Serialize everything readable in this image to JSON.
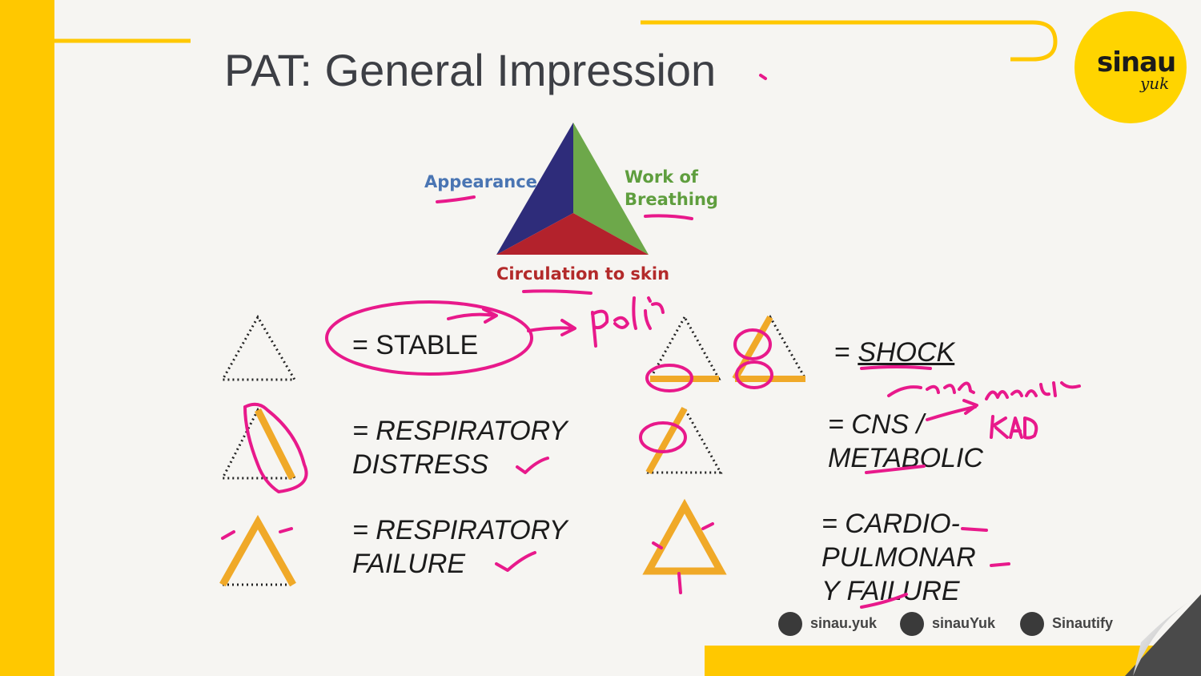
{
  "slide": {
    "title": "PAT: General Impression",
    "logo_main": "sinau",
    "logo_sub": "yuk",
    "accent_color": "#ffc800"
  },
  "triangle": {
    "appearance_label": "Appearance",
    "work_of_breathing_label": "Work of\nBreathing",
    "circulation_label": "Circulation to skin",
    "colors": {
      "appearance": "#2e2c7a",
      "work_of_breathing": "#6da84a",
      "circulation": "#b3222c"
    }
  },
  "states": [
    {
      "id": "stable",
      "label": "= STABLE"
    },
    {
      "id": "respiratory_distress",
      "label": "= RESPIRATORY\nDISTRESS"
    },
    {
      "id": "respiratory_failure",
      "label": "= RESPIRATORY\nFAILURE"
    },
    {
      "id": "shock",
      "label_prefix": "= ",
      "label": "SHOCK"
    },
    {
      "id": "cns_metabolic",
      "label": "= CNS /\nMETABOLIC"
    },
    {
      "id": "cardiopulmonary_failure",
      "label": "= CARDIO-\nPULMONAR\nY FAILURE"
    }
  ],
  "footer": {
    "instagram": "sinau.yuk",
    "twitter": "sinauYuk",
    "spotify": "Sinautify"
  }
}
